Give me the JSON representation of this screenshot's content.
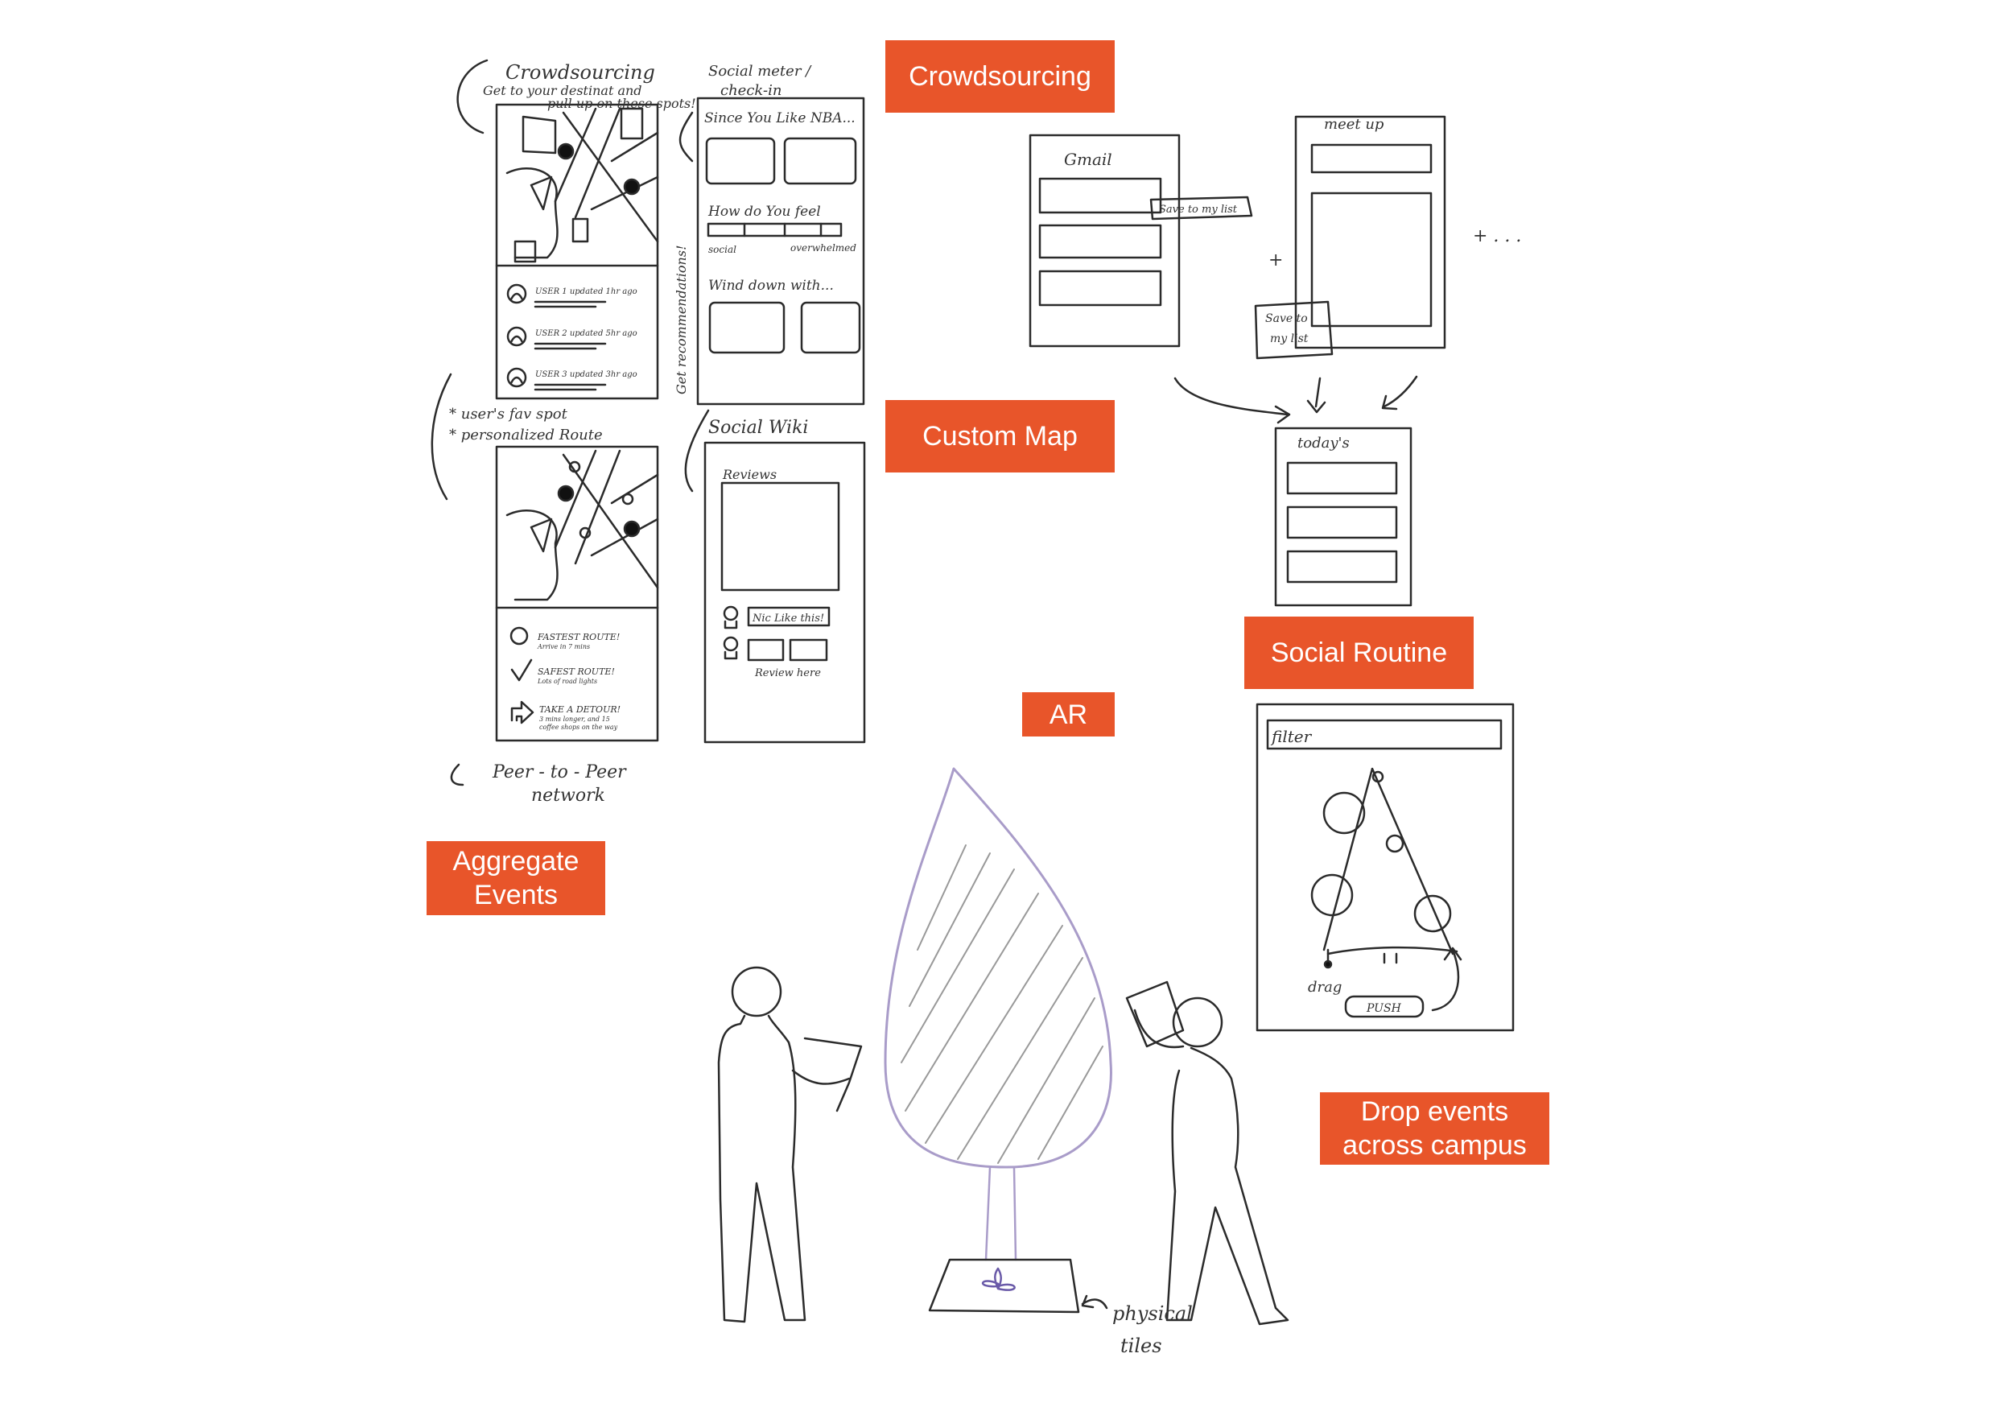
{
  "labels": {
    "crowdsourcing": "Crowdsourcing",
    "custom_map": "Custom Map",
    "social_routine": "Social Routine",
    "ar": "AR",
    "aggregate_events": "Aggregate\nEvents",
    "drop_events": "Drop events\nacross campus"
  },
  "notes": {
    "crowdsourcing_title": "Crowdsourcing",
    "crowdsourcing_sub1": "Get to your destinat and",
    "crowdsourcing_sub2": "pull up on these spots!",
    "social_meter1": "Social meter /",
    "social_meter2": "check-in",
    "since_you_like": "Since You Like NBA...",
    "how_do_you_feel": "How do You feel",
    "social": "social",
    "overwhelmed": "overwhelmed",
    "wind_down": "Wind down with...",
    "get_recs": "Get recommendations!",
    "user1": "USER 1  updated 1hr ago",
    "user2": "USER 2  updated 5hr ago",
    "user3": "USER 3  updated 3hr ago",
    "fav_spot": "* user's fav spot",
    "personalized_route": "* personalized Route",
    "social_wiki": "Social Wiki",
    "reviews": "Reviews",
    "nic_like": "Nic Like this!",
    "review_here": "Review here",
    "fastest": "FASTEST ROUTE!",
    "fastest_sub": "Arrive in 7 mins",
    "safest": "SAFEST ROUTE!",
    "safest_sub": "Lots of road lights",
    "detour": "TAKE A DETOUR!",
    "detour_sub1": "3 mins longer, and 15",
    "detour_sub2": "coffee shops on the way",
    "peer1": "Peer - to - Peer",
    "peer2": "network",
    "gmail": "Gmail",
    "save_list1": "Save to my list",
    "meet_up": "meet up",
    "save_list2a": "Save to",
    "save_list2b": "my list",
    "plus1": "+",
    "plus2": "+ . . .",
    "todays": "today's",
    "filter": "filter",
    "drag": "drag",
    "push": "PUSH",
    "physical": "physical",
    "tiles": "tiles"
  },
  "colors": {
    "accent": "#e8552a",
    "ink": "#2b2b2b",
    "droplet": "#a99cc9"
  }
}
